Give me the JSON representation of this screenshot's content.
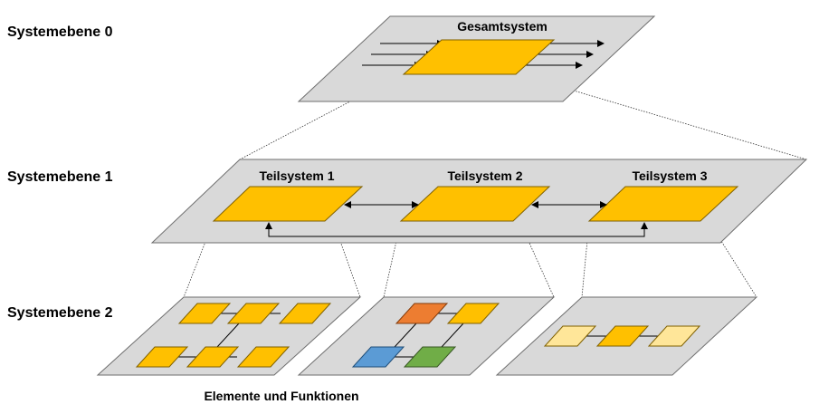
{
  "levels": {
    "level0": "Systemebene 0",
    "level1": "Systemebene 1",
    "level2": "Systemebene 2"
  },
  "overall_system": "Gesamtsystem",
  "subsystems": [
    "Teilsystem 1",
    "Teilsystem 2",
    "Teilsystem 3"
  ],
  "caption": "Elemente und Funktionen",
  "colors": {
    "plane_fill": "#d9d9d9",
    "plane_stroke": "#6e6e6e",
    "element_orange": "#ffc000",
    "element_red": "#ed7d31",
    "element_blue": "#5b9bd5",
    "element_green": "#70ad47",
    "element_light": "#ffe699",
    "element_stroke": "#7f6000"
  }
}
